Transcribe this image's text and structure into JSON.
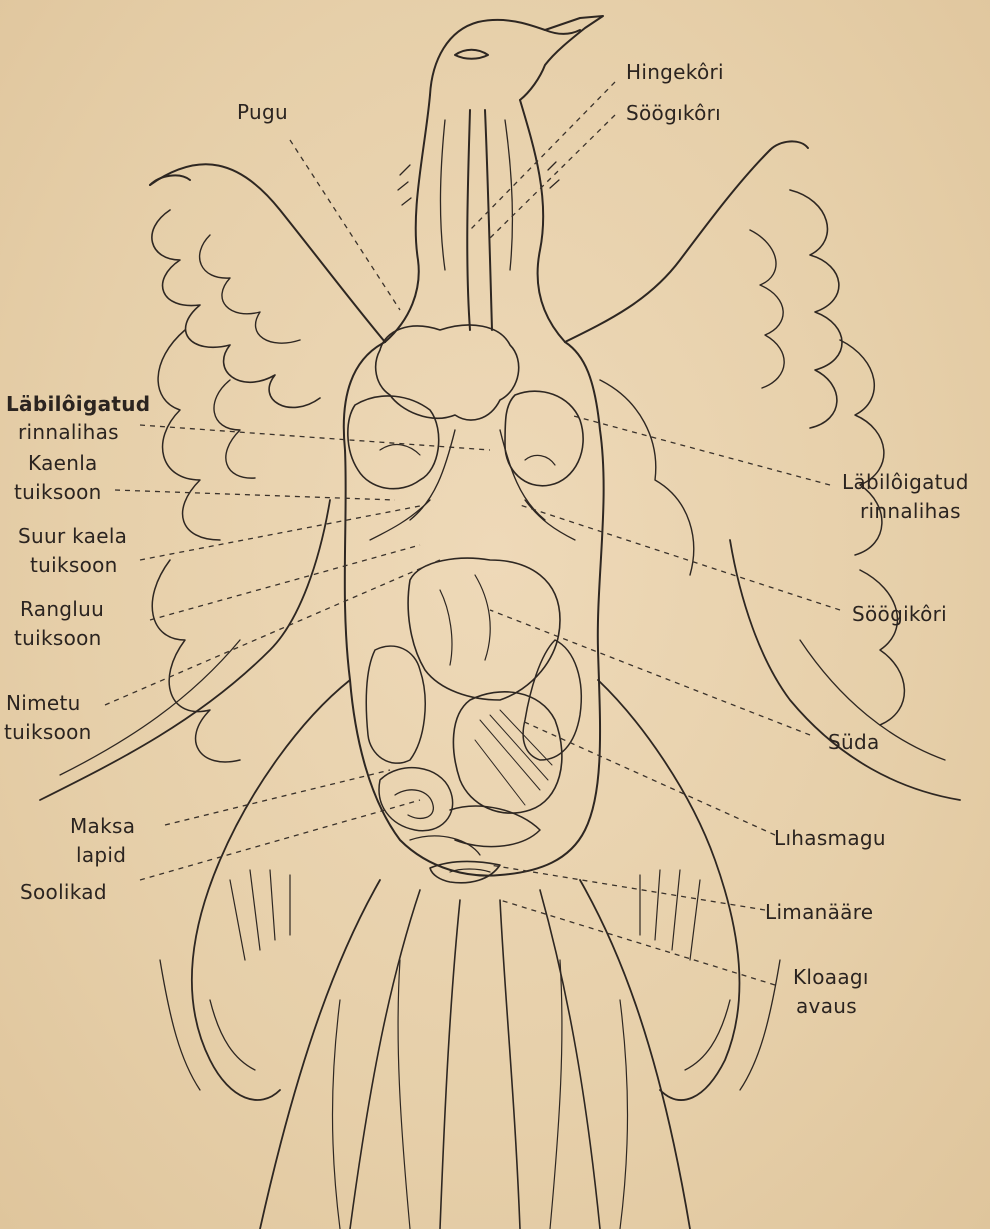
{
  "labels": {
    "hingekori": "Hingekôri",
    "soogikori_top": "Söögıkôrı",
    "pugu": "Pugu",
    "rinnalihas_left_1": "Läbilôigatud",
    "rinnalihas_left_2": "rinnalihas",
    "kaenla_1": "Kaenla",
    "kaenla_2": "tuiksoon",
    "suur_kaela_1": "Suur kaela",
    "suur_kaela_2": "tuiksoon",
    "rangluu_1": "Rangluu",
    "rangluu_2": "tuiksoon",
    "nimetu_1": "Nimetu",
    "nimetu_2": "tuiksoon",
    "maksa_1": "Maksa",
    "maksa_2": "lapid",
    "soolikad": "Soolikad",
    "rinnalihas_right_1": "Läbilôigatud",
    "rinnalihas_right_2": "rinnalihas",
    "soogikori_right": "Söögikôri",
    "suda": "Süda",
    "lihasmagu": "Lıhasmagu",
    "limanaare": "Limanääre",
    "kloaagi_1": "Kloaagı",
    "kloaagi_2": "avaus"
  },
  "colors": {
    "paper": "#e9d3b0",
    "ink": "#2b2420"
  }
}
